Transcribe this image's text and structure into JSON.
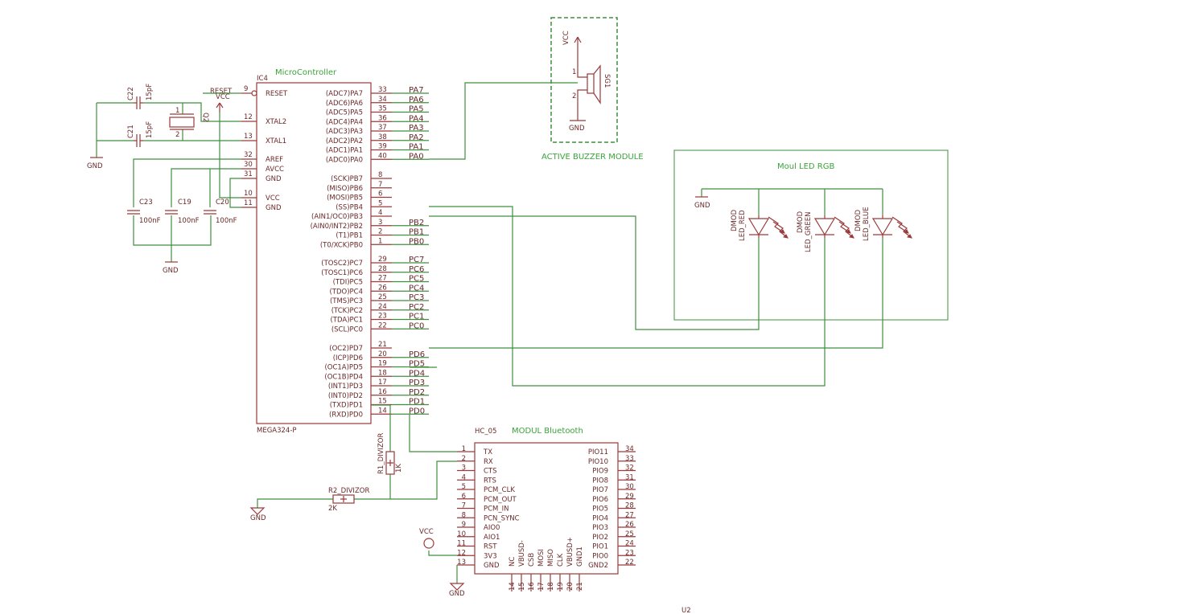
{
  "mcu": {
    "ref": "IC4",
    "module": "MicroController",
    "part": "MEGA324-P",
    "left": [
      {
        "num": "9",
        "label": "RESET"
      },
      {
        "num": "12",
        "label": "XTAL2"
      },
      {
        "num": "13",
        "label": "XTAL1"
      },
      {
        "num": "32",
        "label": "AREF"
      },
      {
        "num": "30",
        "label": "AVCC"
      },
      {
        "num": "31",
        "label": "GND"
      },
      {
        "num": "10",
        "label": "VCC"
      },
      {
        "num": "11",
        "label": "GND"
      }
    ],
    "right": [
      {
        "num": "33",
        "label": "(ADC7)PA7",
        "net": "PA7"
      },
      {
        "num": "34",
        "label": "(ADC6)PA6",
        "net": "PA6"
      },
      {
        "num": "35",
        "label": "(ADC5)PA5",
        "net": "PA5"
      },
      {
        "num": "36",
        "label": "(ADC4)PA4",
        "net": "PA4"
      },
      {
        "num": "37",
        "label": "(ADC3)PA3",
        "net": "PA3"
      },
      {
        "num": "38",
        "label": "(ADC2)PA2",
        "net": "PA2"
      },
      {
        "num": "39",
        "label": "(ADC1)PA1",
        "net": "PA1"
      },
      {
        "num": "40",
        "label": "(ADC0)PA0",
        "net": "PA0"
      },
      {
        "num": "8",
        "label": "(SCK)PB7",
        "net": ""
      },
      {
        "num": "7",
        "label": "(MISO)PB6",
        "net": ""
      },
      {
        "num": "6",
        "label": "(MOSI)PB5",
        "net": ""
      },
      {
        "num": "5",
        "label": "(SS)PB4",
        "net": ""
      },
      {
        "num": "4",
        "label": "(AIN1/OC0)PB3",
        "net": ""
      },
      {
        "num": "3",
        "label": "(AIN0/INT2)PB2",
        "net": "PB2"
      },
      {
        "num": "2",
        "label": "(T1)PB1",
        "net": "PB1"
      },
      {
        "num": "1",
        "label": "(T0/XCK)PB0",
        "net": "PB0"
      },
      {
        "num": "29",
        "label": "(TOSC2)PC7",
        "net": "PC7"
      },
      {
        "num": "28",
        "label": "(TOSC1)PC6",
        "net": "PC6"
      },
      {
        "num": "27",
        "label": "(TDI)PC5",
        "net": "PC5"
      },
      {
        "num": "26",
        "label": "(TDO)PC4",
        "net": "PC4"
      },
      {
        "num": "25",
        "label": "(TMS)PC3",
        "net": "PC3"
      },
      {
        "num": "24",
        "label": "(TCK)PC2",
        "net": "PC2"
      },
      {
        "num": "23",
        "label": "(TDA)PC1",
        "net": "PC1"
      },
      {
        "num": "22",
        "label": "(SCL)PC0",
        "net": "PC0"
      },
      {
        "num": "21",
        "label": "(OC2)PD7",
        "net": ""
      },
      {
        "num": "20",
        "label": "(ICP)PD6",
        "net": "PD6"
      },
      {
        "num": "19",
        "label": "(OC1A)PD5",
        "net": "PD5"
      },
      {
        "num": "18",
        "label": "(OC1B)PD4",
        "net": "PD4"
      },
      {
        "num": "17",
        "label": "(INT1)PD3",
        "net": "PD3"
      },
      {
        "num": "16",
        "label": "(INT0)PD2",
        "net": "PD2"
      },
      {
        "num": "15",
        "label": "(TXD)PD1",
        "net": "PD1"
      },
      {
        "num": "14",
        "label": "(RXD)PD0",
        "net": "PD0"
      }
    ]
  },
  "crystal": {
    "ref": "Q2",
    "pin1": "1",
    "pin2": "2"
  },
  "caps": {
    "c22": {
      "ref": "C22",
      "value": "15pF"
    },
    "c21": {
      "ref": "C21",
      "value": "15pF"
    },
    "c23": {
      "ref": "C23",
      "value": "100nF"
    },
    "c19": {
      "ref": "C19",
      "value": "100nF"
    },
    "c20": {
      "ref": "C20",
      "value": "100nF"
    }
  },
  "power": {
    "gnd": "GND",
    "vcc": "VCC",
    "reset": "RESET"
  },
  "buzzer": {
    "ref": "SG1",
    "module": "ACTIVE BUZZER MODULE",
    "pin1": "1",
    "pin2": "2"
  },
  "rgb": {
    "module": "Moul LED RGB",
    "leds": [
      {
        "type": "DMOD",
        "name": "LED_RED"
      },
      {
        "type": "DMOD",
        "name": "LED_GREEN"
      },
      {
        "type": "DMOD",
        "name": "LED_BLUE"
      }
    ]
  },
  "bt": {
    "ref": "HC_05",
    "module": "MODUL Bluetooth",
    "part_label": "U2",
    "left": [
      {
        "num": "1",
        "label": "TX"
      },
      {
        "num": "2",
        "label": "RX"
      },
      {
        "num": "3",
        "label": "CTS"
      },
      {
        "num": "4",
        "label": "RTS"
      },
      {
        "num": "5",
        "label": "PCM_CLK"
      },
      {
        "num": "6",
        "label": "PCM_OUT"
      },
      {
        "num": "7",
        "label": "PCM_IN"
      },
      {
        "num": "8",
        "label": "PCN_SYNC"
      },
      {
        "num": "9",
        "label": "AIO0"
      },
      {
        "num": "10",
        "label": "AIO1"
      },
      {
        "num": "11",
        "label": "RST"
      },
      {
        "num": "12",
        "label": "3V3"
      },
      {
        "num": "13",
        "label": "GND"
      }
    ],
    "right": [
      {
        "num": "34",
        "label": "PIO11"
      },
      {
        "num": "33",
        "label": "PIO10"
      },
      {
        "num": "32",
        "label": "PIO9"
      },
      {
        "num": "31",
        "label": "PIO8"
      },
      {
        "num": "30",
        "label": "PIO7"
      },
      {
        "num": "29",
        "label": "PIO6"
      },
      {
        "num": "28",
        "label": "PIO5"
      },
      {
        "num": "27",
        "label": "PIO4"
      },
      {
        "num": "26",
        "label": "PIO3"
      },
      {
        "num": "25",
        "label": "PIO2"
      },
      {
        "num": "24",
        "label": "PIO1"
      },
      {
        "num": "23",
        "label": "PIO0"
      },
      {
        "num": "22",
        "label": "GND2"
      }
    ],
    "bottom": [
      {
        "num": "14",
        "label": "NC"
      },
      {
        "num": "15",
        "label": "VBUSD-"
      },
      {
        "num": "16",
        "label": "CSB"
      },
      {
        "num": "17",
        "label": "MOSI"
      },
      {
        "num": "18",
        "label": "MISO"
      },
      {
        "num": "19",
        "label": "CLK"
      },
      {
        "num": "20",
        "label": "VBUSD+"
      },
      {
        "num": "21",
        "label": "GND1"
      }
    ]
  },
  "resistors": {
    "r1": {
      "ref": "R1_DIVIZOR",
      "value": "1K"
    },
    "r2": {
      "ref": "R2_DIVIZOR",
      "value": "2K"
    }
  }
}
